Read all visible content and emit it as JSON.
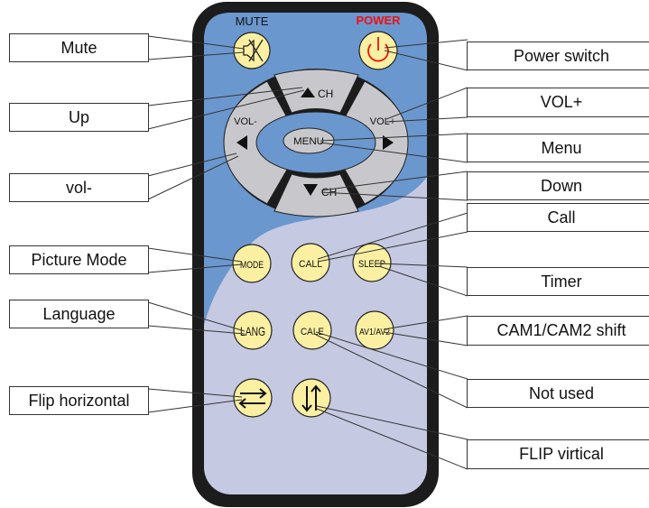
{
  "remote": {
    "top_labels": {
      "mute": "MUTE",
      "power": "POWER"
    },
    "buttons": {
      "ch_up": "CH",
      "ch_down": "CH",
      "vol_minus": "VOL-",
      "vol_plus": "VOL+",
      "menu": "MENU",
      "mode": "MODE",
      "call": "CALL",
      "sleep": "SLEEP",
      "lang": "LANG",
      "cale": "CALE",
      "av": "AV1/AV2"
    }
  },
  "callouts": {
    "mute": "Mute",
    "up": "Up",
    "vol_minus": "vol-",
    "picture_mode": "Picture Mode",
    "language": "Language",
    "flip_horizontal": "Flip horizontal",
    "power_switch": "Power switch",
    "vol_plus": "VOL+",
    "menu": "Menu",
    "down": "Down",
    "call": "Call",
    "timer": "Timer",
    "cam_shift": "CAM1/CAM2 shift",
    "not_used": "Not used",
    "flip_vertical": "FLIP virtical"
  },
  "colors": {
    "body_dark": "#1c1c1c",
    "blue_panel": "#6b97cf",
    "lavender_panel": "#c6c9e2",
    "grey_button": "#c8c8cc",
    "yellow_button": "#fbf0a2",
    "power_red": "#ee1111"
  }
}
